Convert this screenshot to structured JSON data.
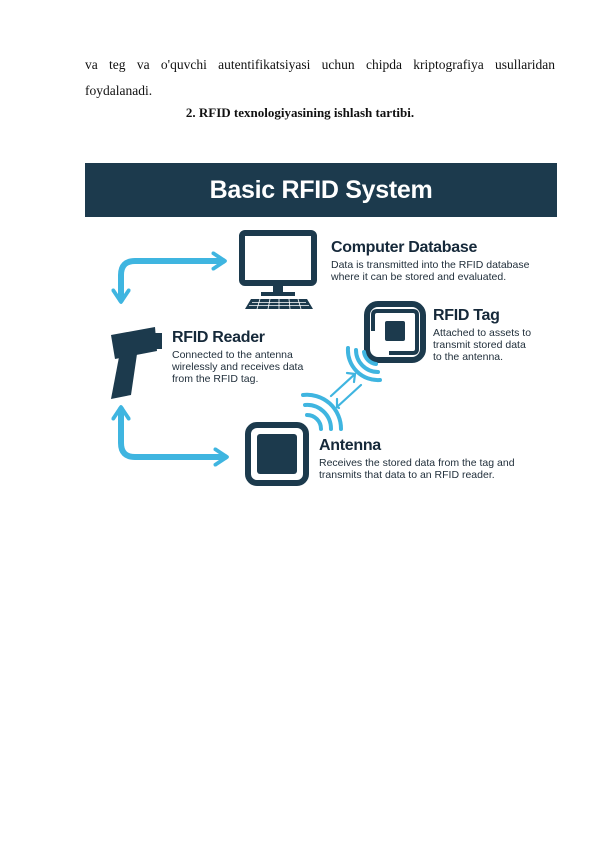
{
  "document": {
    "paragraph": "va teg va o'quvchi autentifikatsiyasi uchun chipda kriptografiya usullaridan foydalanadi.",
    "heading": "2.  RFID texnologiyasining ishlash tartibi."
  },
  "figure": {
    "title": "Basic RFID System",
    "computer_database": {
      "title": "Computer Database",
      "line1": "Data is transmitted into the RFID database",
      "line2": "where it can be stored and evaluated."
    },
    "rfid_reader": {
      "title": "RFID Reader",
      "line1": "Connected to the antenna",
      "line2": "wirelessly and receives data",
      "line3": "from the RFID tag."
    },
    "rfid_tag": {
      "title": "RFID Tag",
      "line1": "Attached to assets to",
      "line2": "transmit stored data",
      "line3": "to the antenna."
    },
    "antenna": {
      "title": "Antenna",
      "line1": "Receives the stored data from the tag and",
      "line2": "transmits that data to an RFID reader."
    },
    "colors": {
      "banner": "#1c3a4d",
      "accent": "#3fb5e0",
      "icon": "#1c3a4d"
    },
    "icons": [
      "monitor-icon",
      "keyboard-icon",
      "barcode-scanner-icon",
      "rfid-tag-icon",
      "antenna-chip-icon",
      "wireless-waves-icon",
      "double-arrow-icon",
      "flow-arrow-icon"
    ]
  }
}
